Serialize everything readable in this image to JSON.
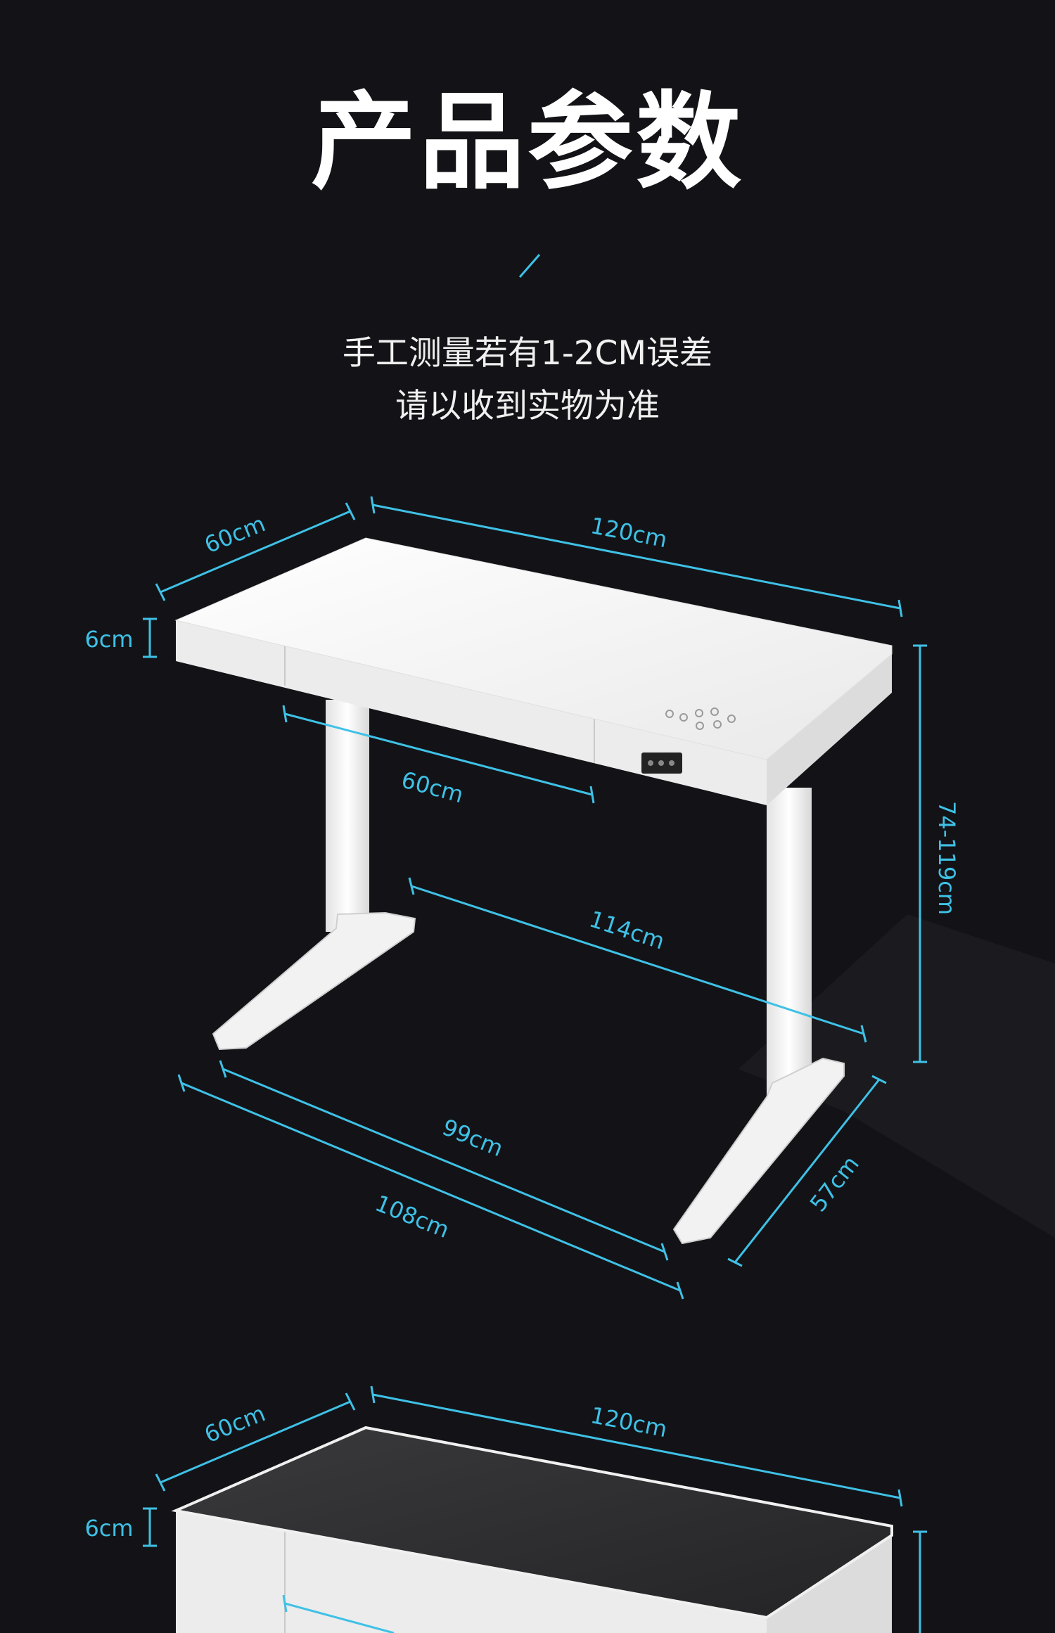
{
  "header": {
    "title": "产品参数",
    "note_line1": "手工测量若有1-2CM误差",
    "note_line2": "请以收到实物为准"
  },
  "colors": {
    "background": "#131317",
    "dimension_line": "#3fc1e6",
    "desk_white": "#f4f4f4",
    "desk_black_top": "#2e2e30"
  },
  "desk_white": {
    "dims": {
      "depth_top": "60cm",
      "width_top": "120cm",
      "thickness": "6cm",
      "drawer": "60cm",
      "inner_width": "114cm",
      "height": "74-119cm",
      "inner_foot": "99cm",
      "outer_foot": "108cm",
      "foot_depth": "57cm"
    }
  },
  "desk_black": {
    "dims": {
      "depth_top": "60cm",
      "width_top": "120cm",
      "thickness": "6cm"
    }
  }
}
